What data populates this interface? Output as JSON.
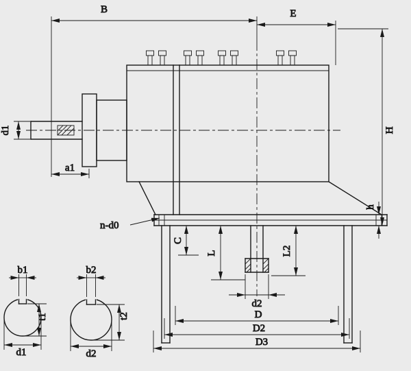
{
  "colors": {
    "background": "#ebebeb",
    "ink": "#1a1a1a"
  },
  "labels": {
    "B": "B",
    "E": "E",
    "H": "H",
    "h": "h",
    "d1_input": "d1",
    "a1": "a1",
    "n_d0": "n-d0",
    "C": "C",
    "L": "L",
    "L2": "L2",
    "d2_output": "d2",
    "D": "D",
    "D2": "D2",
    "D3": "D3",
    "b1": "b1",
    "t1": "t1",
    "d1_section": "d1",
    "b2": "b2",
    "t2": "t2",
    "d2_section": "d2"
  }
}
